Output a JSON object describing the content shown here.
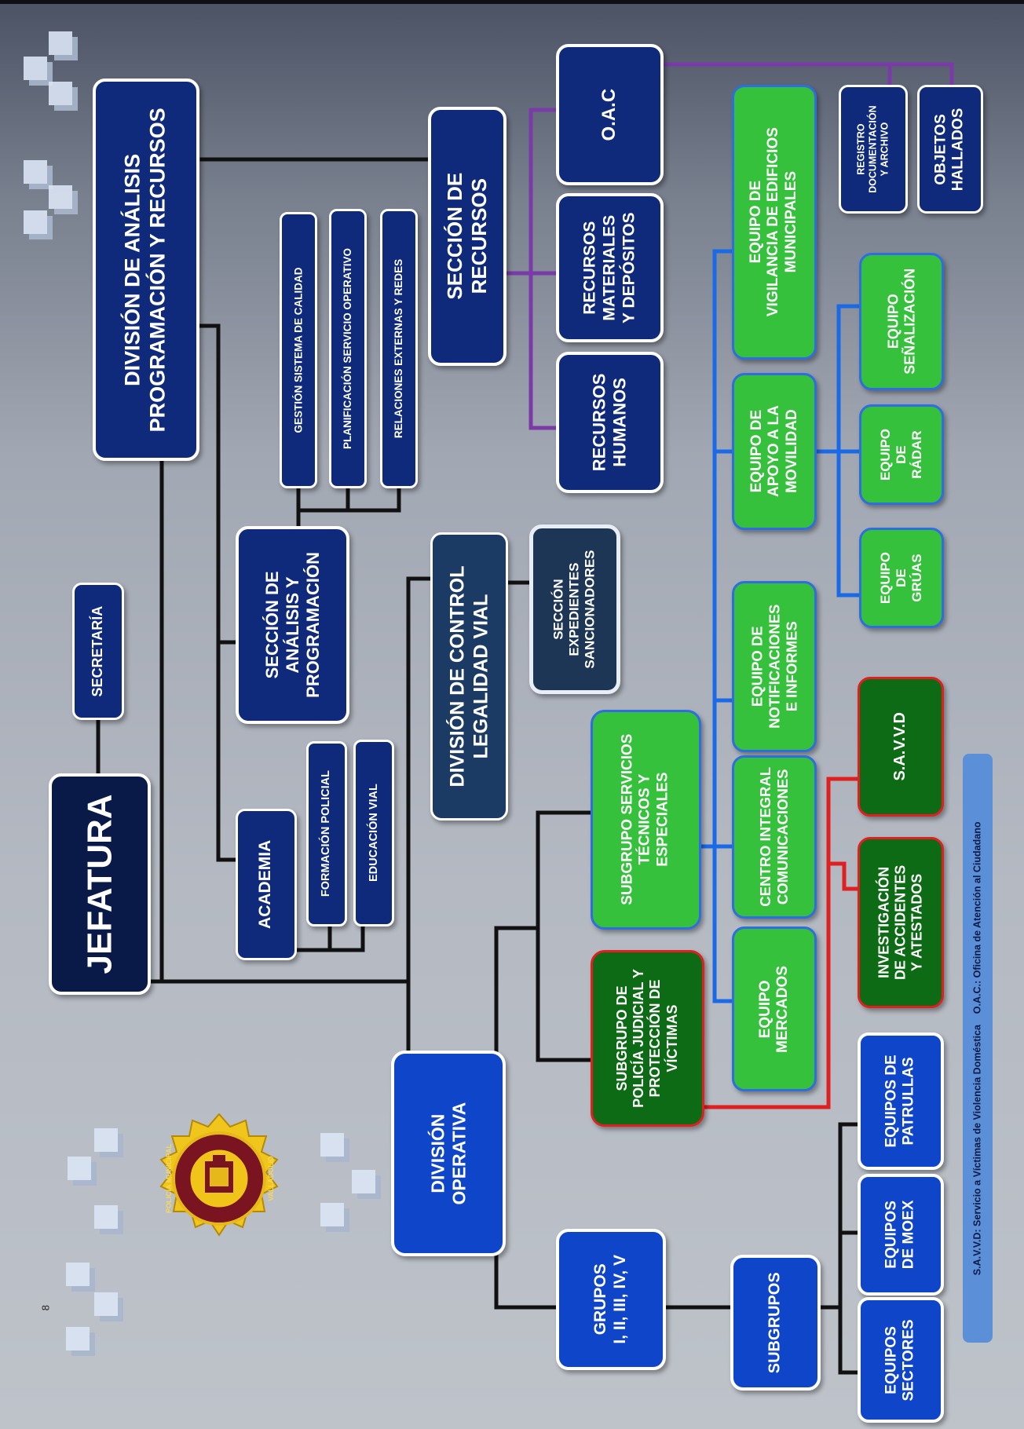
{
  "title": "JEFATURA",
  "nodes": {
    "secretaria": "SECRETARÍA",
    "division_analisis": "DIVISIÓN DE ANÁLISIS\nPROGRAMACIÓN Y RECURSOS",
    "seccion_analisis": "SECCIÓN DE\nANÁLISIS Y\nPROGRAMACIÓN",
    "gestion_calidad": "GESTIÓN SISTEMA DE CALIDAD",
    "planificacion": "PLANIFICACIÓN SERVICIO OPERATIVO",
    "relaciones": "RELACIONES EXTERNAS Y REDES",
    "seccion_recursos": "SECCIÓN DE\nRECURSOS",
    "oac": "O.A.C",
    "recursos_materiales": "RECURSOS\nMATERIALES\nY DEPÓSITOS",
    "recursos_humanos": "RECURSOS\nHUMANOS",
    "registro": "REGISTRO\nDOCUMENTACIÓN\nY ARCHIVO",
    "objetos_hallados": "OBJETOS\nHALLADOS",
    "academia": "ACADEMIA",
    "formacion_policial": "FORMACIÓN POLICIAL",
    "educacion_vial": "EDUCACIÓN VIAL",
    "division_control": "DIVISIÓN DE CONTROL\nLEGALIDAD VIAL",
    "seccion_expedientes": "SECCIÓN\nEXPEDIENTES\nSANCIONADORES",
    "division_operativa": "DIVISIÓN\nOPERATIVA",
    "subgrupo_tecnicos": "SUBGRUPO SERVICIOS\nTÉCNICOS Y\nESPECIALES",
    "subgrupo_judicial": "SUBGRUPO DE\nPOLICÍA JUDICIAL Y\nPROTECCIÓN DE\nVÍCTIMAS",
    "grupos": "GRUPOS\nI, II, III, IV, V",
    "subgrupos": "SUBGRUPOS",
    "equipo_vigilancia": "EQUIPO DE\nVIGILANCIA DE EDIFICIOS\nMUNICIPALES",
    "equipo_apoyo": "EQUIPO DE\nAPOYO A LA\nMOVILIDAD",
    "equipo_notificaciones": "EQUIPO DE\nNOTIFICACIONES\nE INFORMES",
    "centro_integral": "CENTRO INTEGRAL\nCOMUNICACIONES",
    "equipo_mercados": "EQUIPO\nMERCADOS",
    "equipo_senalizacion": "EQUIPO\nSEÑALIZACIÓN",
    "equipo_radar": "EQUIPO\nDE\nRÁDAR",
    "equipo_gruas": "EQUIPO\nDE\nGRÚAS",
    "savvd": "S.A.V.V.D",
    "investigacion": "INVESTIGACIÓN\nDE ACCIDENTES\nY ATESTADOS",
    "equipos_patrullas": "EQUIPOS DE\nPATRULLAS",
    "equipos_moex": "EQUIPOS\nDE MOEX",
    "equipos_sectores": "EQUIPOS\nSECTORES"
  },
  "legend": "S.A.V.V.D: Servicio a Víctimas de Violencia Doméstica    O.A.C.: Oficina de Atención al Ciudadano",
  "badge": {
    "text_left": "POLICÍA MUNICIPAL",
    "text_right": "VALLADOLID"
  },
  "page_number": "8",
  "colors": {
    "navy": "#0f2a7a",
    "blue": "#0f45c9",
    "green": "#35c13b",
    "dark_green": "#0c6b14",
    "line_black": "#111111",
    "line_purple": "#7a3aa8",
    "line_blue": "#1a6ae8",
    "line_red": "#e02020"
  }
}
